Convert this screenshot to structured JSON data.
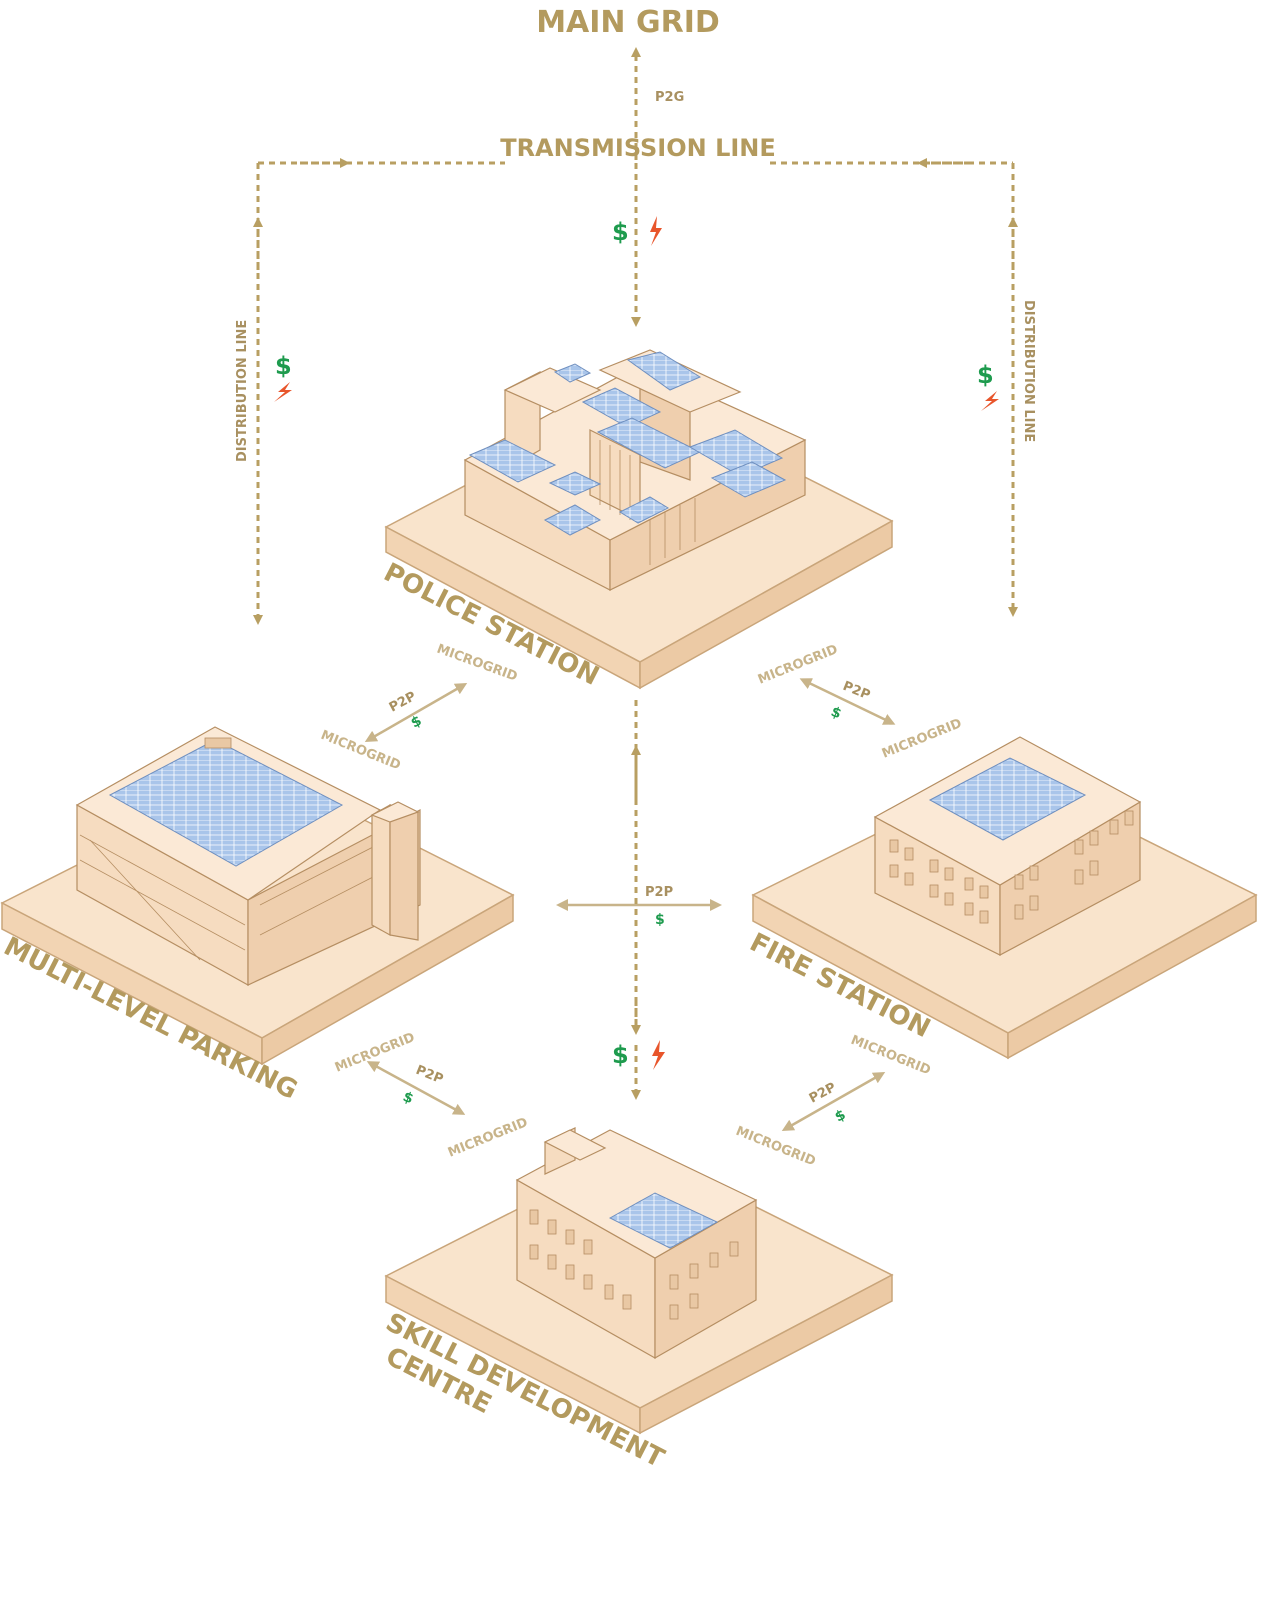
{
  "labels": {
    "main_grid": "MAIN GRID",
    "transmission_line": "TRANSMISSION LINE",
    "p2g": "P2G",
    "distribution_line_left": "DISTRIBUTION LINE",
    "distribution_line_right": "DISTRIBUTION LINE",
    "microgrid": "MICROGRID",
    "p2p": "P2P",
    "dollar": "$",
    "bolt": "⚡"
  },
  "buildings": {
    "police_station": "POLICE STATION",
    "multi_level_parking": "MULTI-LEVEL PARKING",
    "fire_station": "FIRE STATION",
    "skill_development_centre_line1": "SKILL DEVELOPMENT",
    "skill_development_centre_line2": "CENTRE"
  },
  "colors": {
    "label_gold": "#b39a5e",
    "dollar_green": "#1e9b4e",
    "bolt_orange": "#e8552b",
    "platform": "#f9e4cc",
    "solar_panel": "#a9c5ea"
  }
}
